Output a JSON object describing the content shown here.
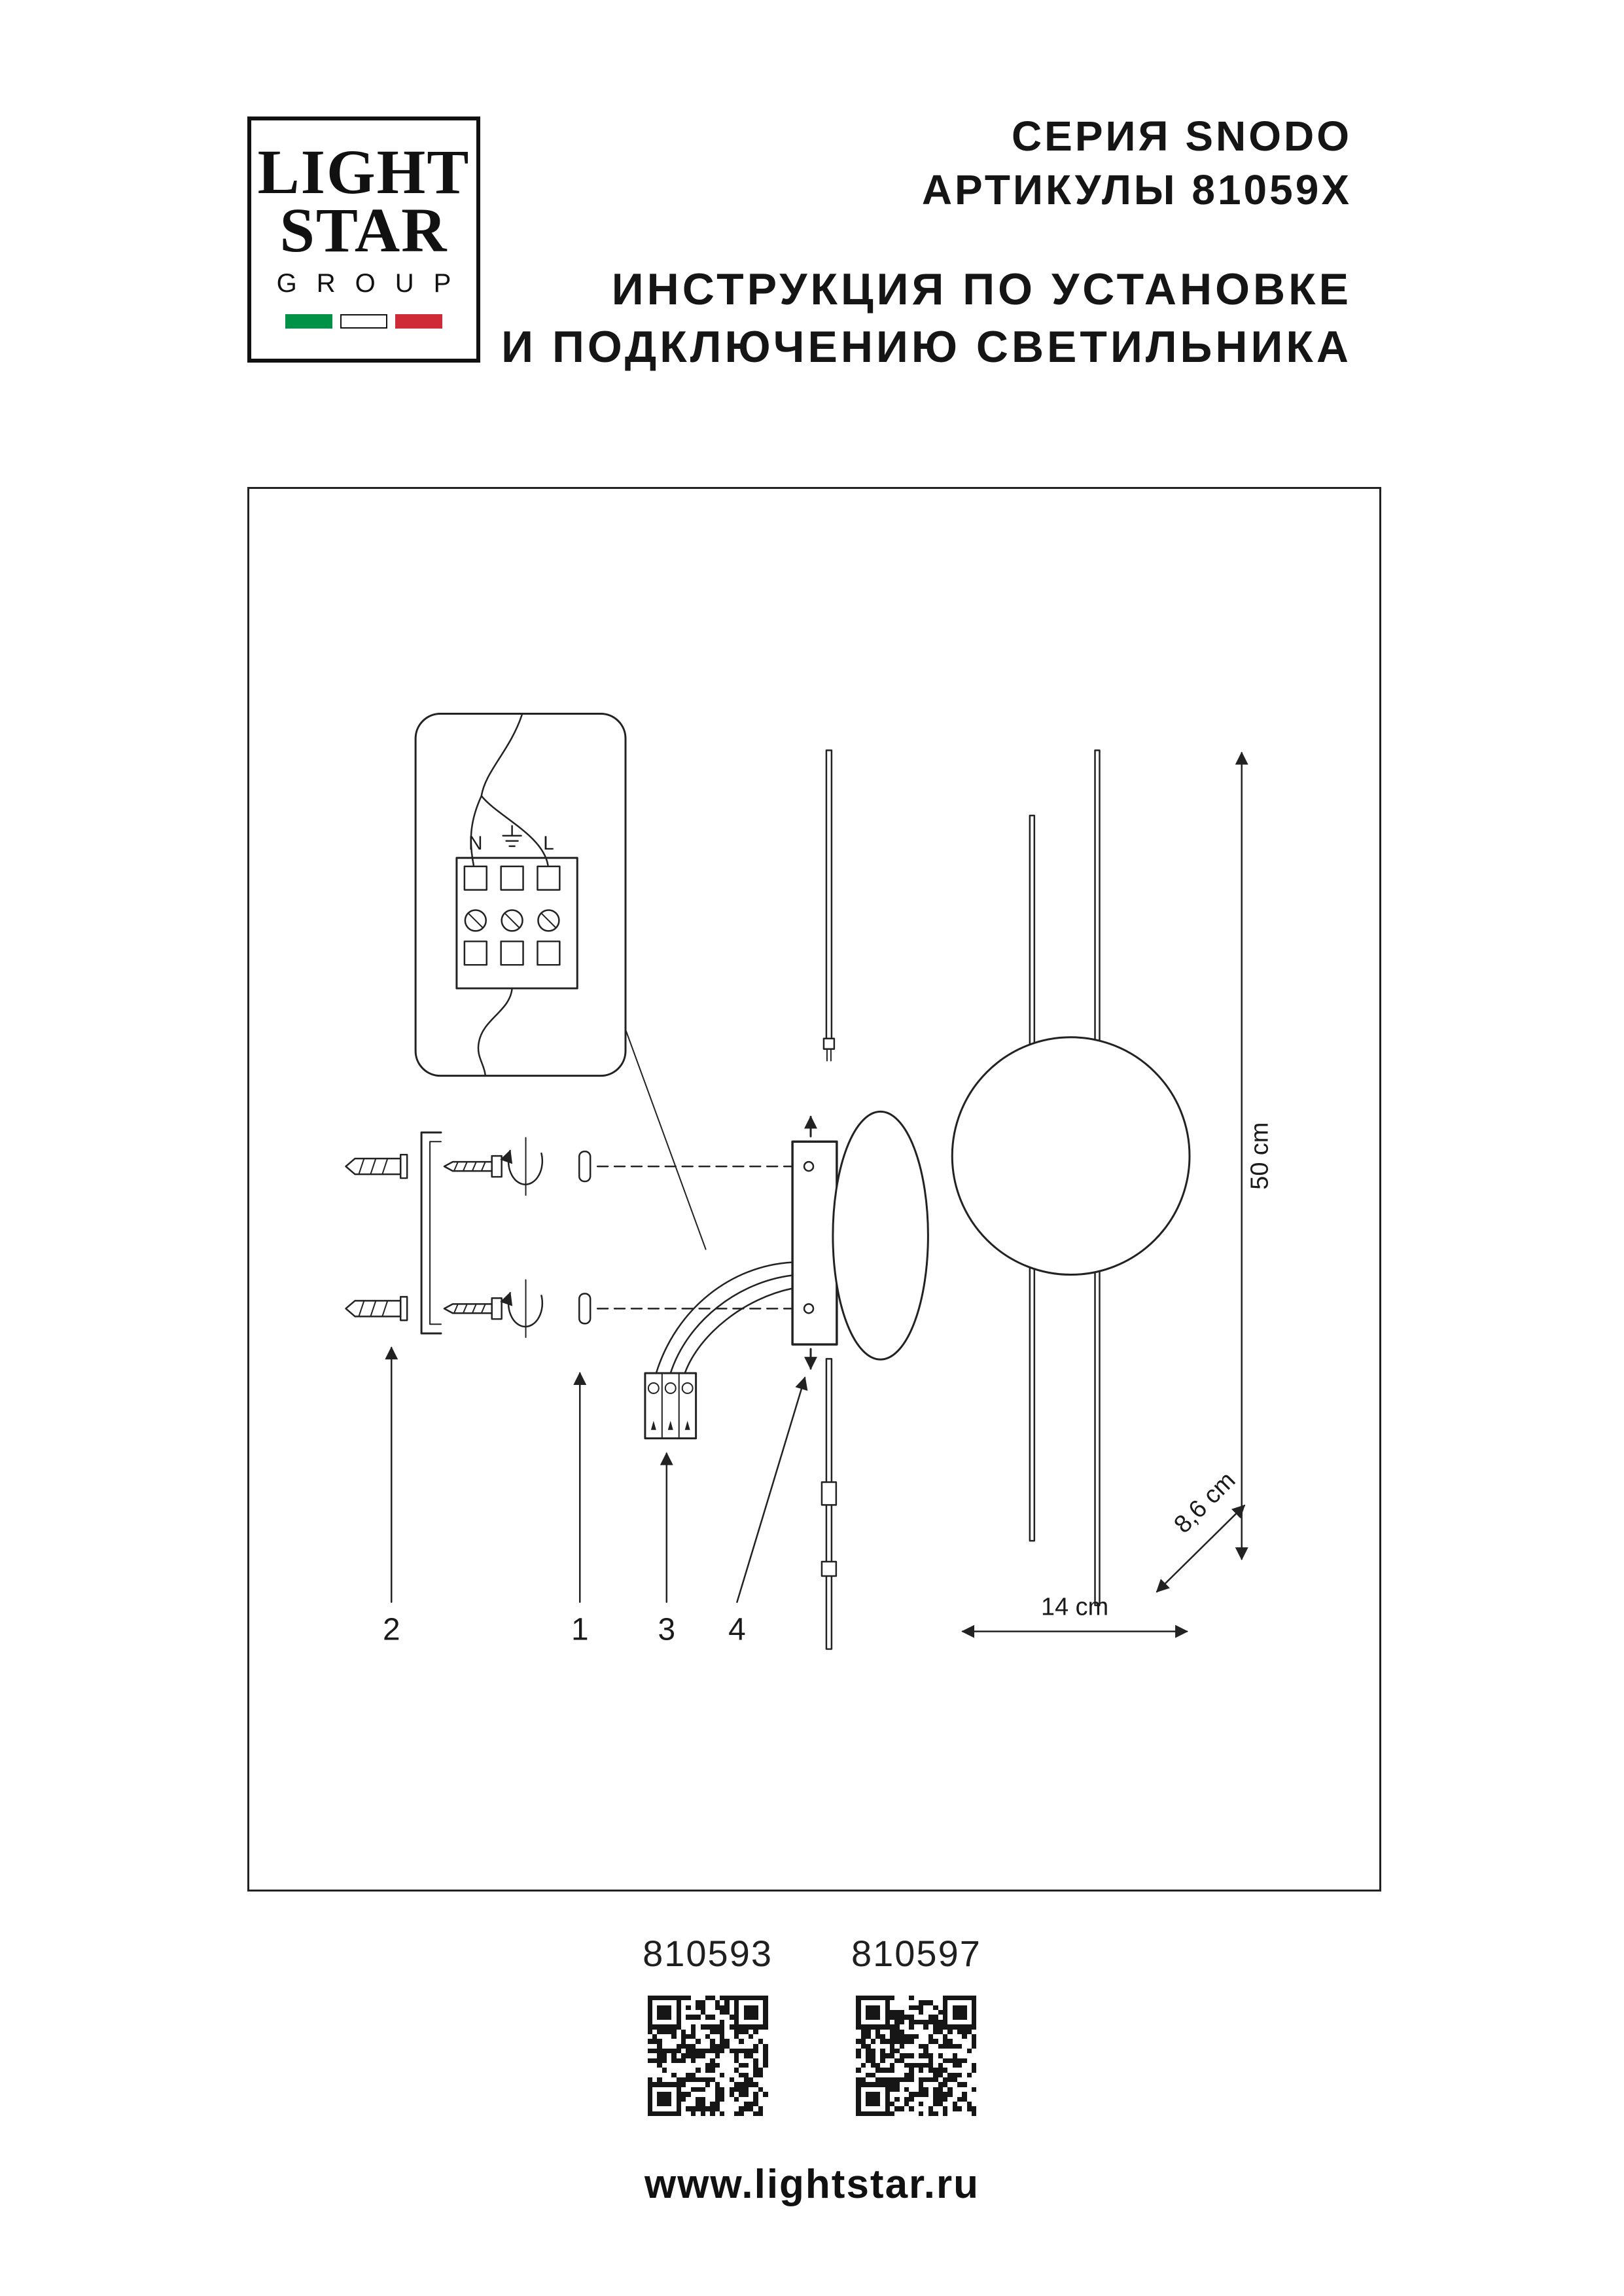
{
  "logo": {
    "line1": "LIGHT",
    "line2": "STAR",
    "line3": "GROUP",
    "flag_colors": [
      "#009246",
      "#FFFFFF",
      "#CE2B37"
    ]
  },
  "header": {
    "series": "СЕРИЯ SNODO",
    "articles": "АРТИКУЛЫ 81059X",
    "instruction_line1": "ИНСТРУКЦИЯ ПО УСТАНОВКЕ",
    "instruction_line2": "И ПОДКЛЮЧЕНИЮ СВЕТИЛЬНИКА"
  },
  "diagram": {
    "terminal_labels": {
      "neutral": "N",
      "line": "L"
    },
    "dimensions": {
      "height": "50 cm",
      "width": "14 cm",
      "depth": "8,6 cm"
    },
    "callout_numbers": [
      "2",
      "1",
      "3",
      "4"
    ]
  },
  "products": [
    {
      "code": "810593"
    },
    {
      "code": "810597"
    }
  ],
  "footer": {
    "website": "www.lightstar.ru"
  }
}
